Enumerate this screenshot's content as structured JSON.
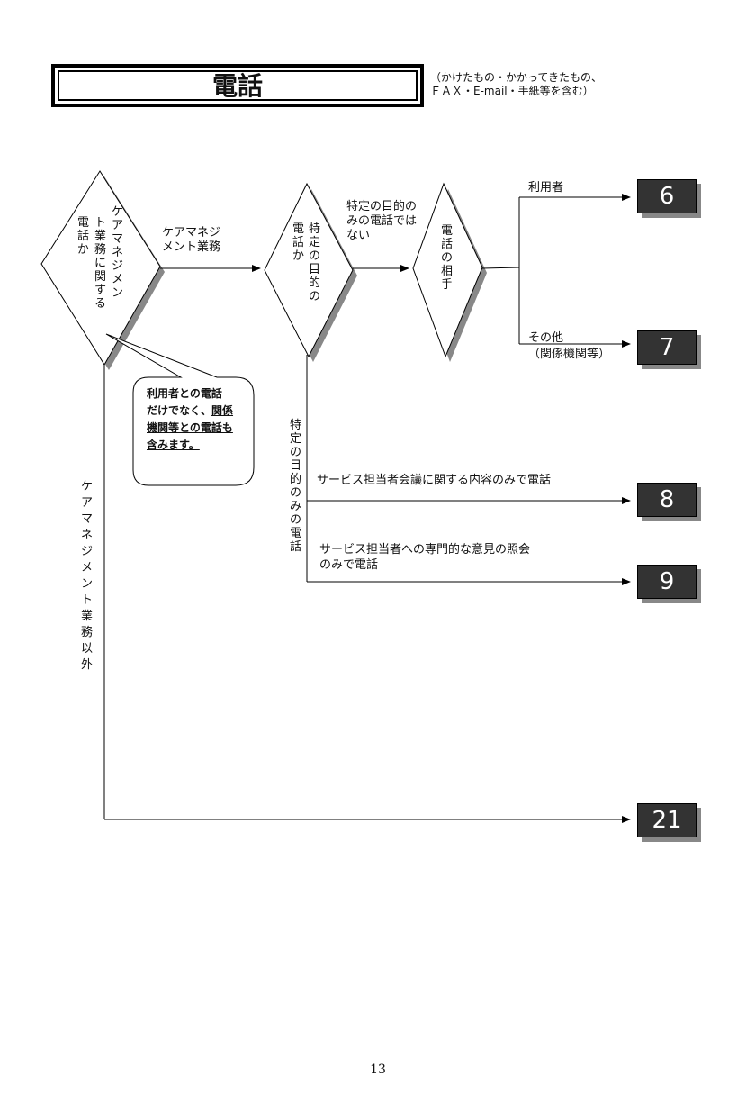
{
  "header": {
    "title": "電話",
    "note_line1": "（かけたもの・かかってきたもの、",
    "note_line2": "ＦＡＸ・E-mail・手紙等を含む）"
  },
  "decisions": {
    "d1": {
      "col_right": "ケアマネジメン",
      "col_mid": "ト業務に関する",
      "col_left": "電話か"
    },
    "d2": {
      "col_right": "特定の目的の",
      "col_left": "電話か"
    },
    "d3": {
      "col": "電話の相手"
    }
  },
  "branches": {
    "d1_yes_line1": "ケアマネジ",
    "d1_yes_line2": "メント業務",
    "d1_no": "ケアマネジメント業務以外",
    "d2_no_line1": "特定の目的の",
    "d2_no_line2": "みの電話では",
    "d2_no_line3": "ない",
    "d2_yes": "特定の目的のみの電話",
    "d3_user": "利用者",
    "d3_other_line1": "その他",
    "d3_other_line2": "（関係機関等）",
    "meeting": "サービス担当者会議に関する内容のみで電話",
    "inquiry_line1": "サービス担当者への専門的な意見の照会",
    "inquiry_line2": "のみで電話"
  },
  "callout": {
    "line1": "利用者との電話",
    "line2_plain": "だけでなく、",
    "line2_underlined": "関係",
    "line3": "機関等との電話も",
    "line4": "含みます。"
  },
  "outcomes": [
    "6",
    "7",
    "8",
    "9",
    "21"
  ],
  "page_number": "13"
}
